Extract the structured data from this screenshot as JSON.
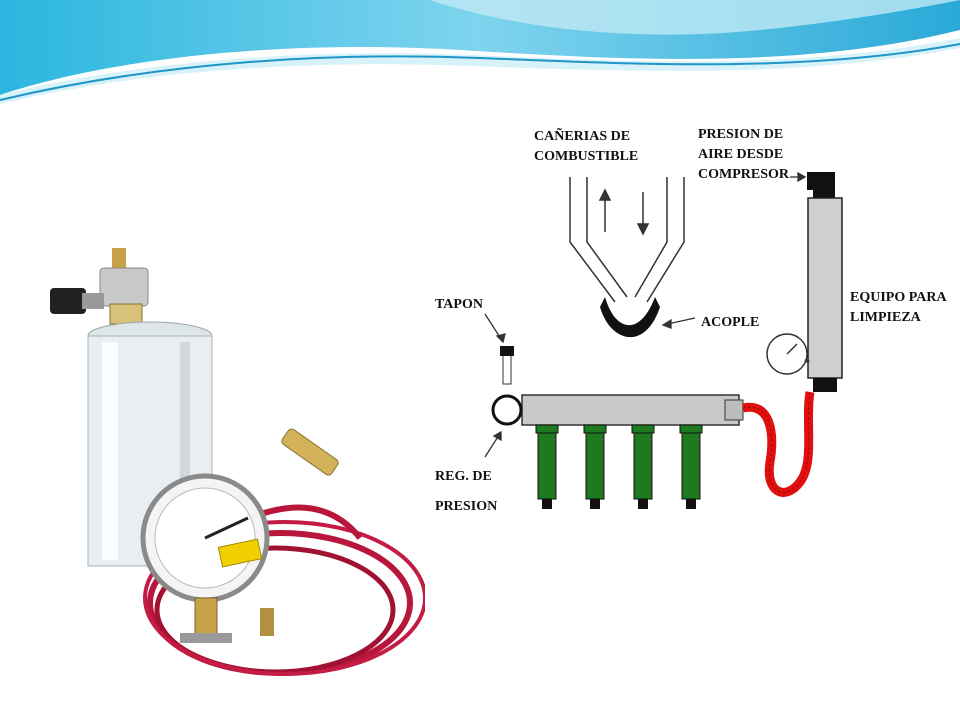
{
  "diagram": {
    "labels": {
      "canerias": [
        "CAÑERIAS DE",
        "COMBUSTIBLE"
      ],
      "presion": [
        "PRESION DE",
        "AIRE DESDE",
        "COMPRESOR"
      ],
      "acople": "ACOPLE",
      "tapon": "TAPON",
      "equipo": [
        "EQUIPO PARA",
        "LIMPIEZA"
      ],
      "reg": [
        "REG. DE",
        "PRESION"
      ]
    },
    "injector_count": 4,
    "colors": {
      "rail": "#c8c8c8",
      "injector": "#1f7a1f",
      "hose": "#e01010",
      "coupling": "#111111"
    }
  },
  "photo": {
    "colors": {
      "hose": "#b8163a",
      "gauge_tag": "#f0d000",
      "cylinder": "#e8eef2"
    }
  },
  "theme": {
    "wave_primary": "#2aa9d8",
    "wave_light": "#bfe9f5"
  }
}
